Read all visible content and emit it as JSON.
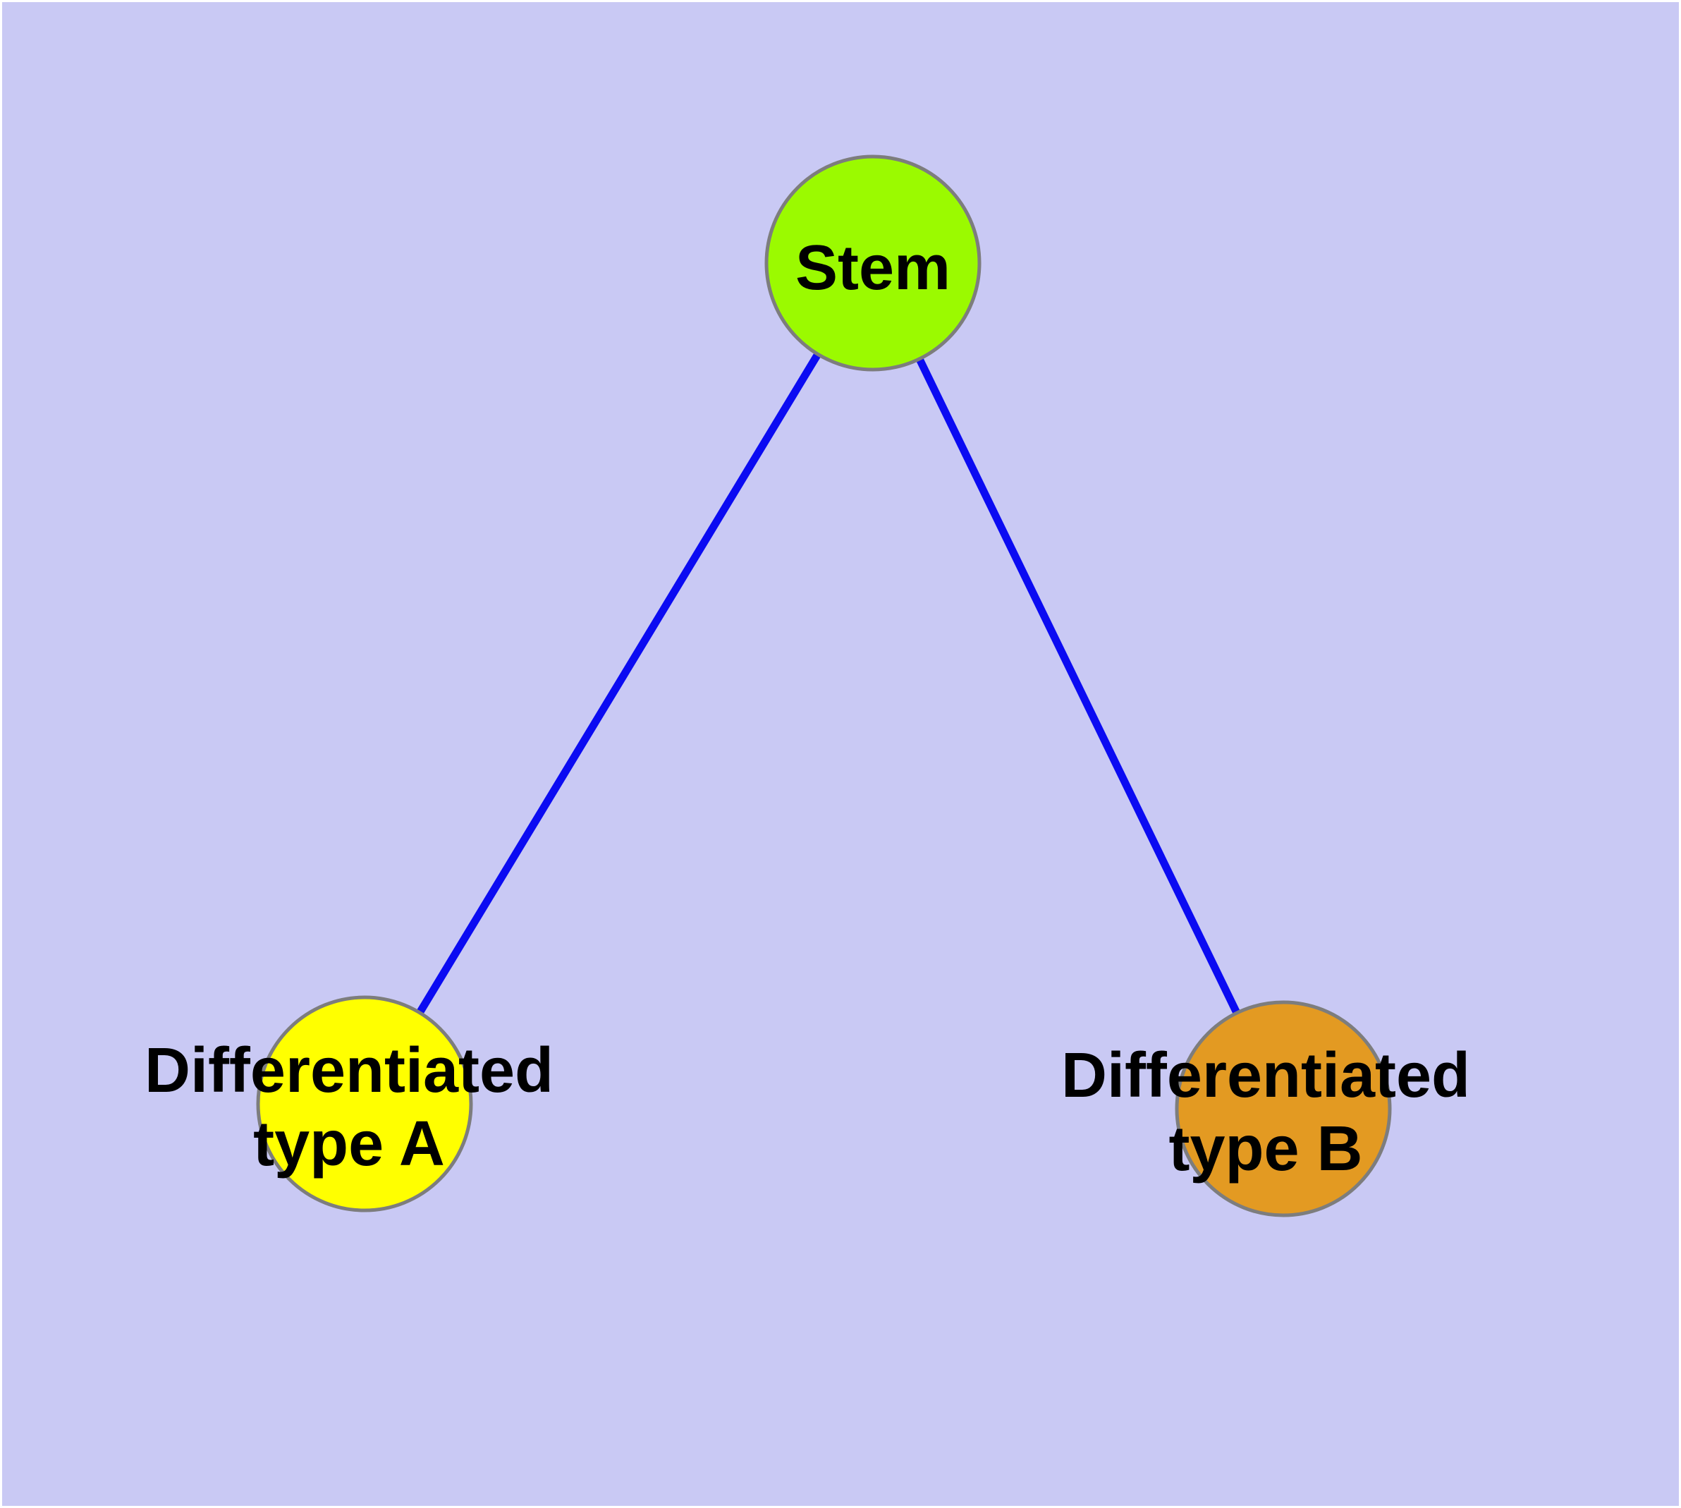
{
  "diagram": {
    "type": "graph",
    "background_color": "#C9C9F4",
    "frame_color": "#FFFFFF",
    "edge_color": "#0B0BF2",
    "node_border_color": "#7D7D7D",
    "label_color": "#000000",
    "nodes": {
      "stem": {
        "label": "Stem",
        "fill": "#9BFA00"
      },
      "type_a": {
        "label_line1": "Differentiated",
        "label_line2": "type A",
        "fill": "#FFFF00"
      },
      "type_b": {
        "label_line1": "Differentiated",
        "label_line2": "type B",
        "fill": "#E39A22"
      }
    },
    "edges": [
      {
        "from": "stem",
        "to": "type_a"
      },
      {
        "from": "stem",
        "to": "type_b"
      }
    ]
  }
}
